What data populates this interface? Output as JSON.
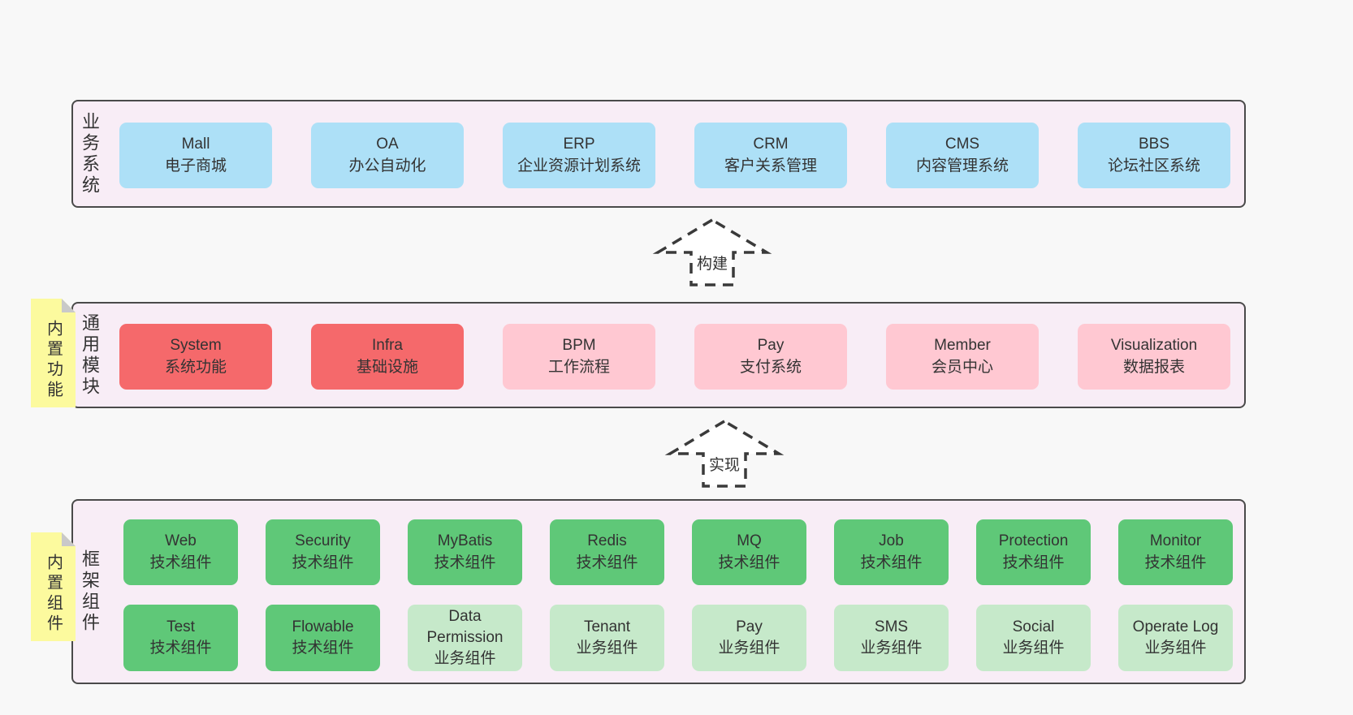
{
  "colors": {
    "page_background": "#f8f8f8",
    "container_fill": "#f8edf6",
    "container_border": "#4a4a4a",
    "blue_box": "#ade0f7",
    "red_box": "#f5696b",
    "pink_box": "#ffc8d2",
    "green_box": "#5fc878",
    "light_green_box": "#c6e9ca",
    "note_yellow": "#fcfa9e",
    "note_fold_gray": "#c9c9c9",
    "text": "#333333"
  },
  "layers": {
    "business": {
      "label": "业务系统",
      "boxes": [
        {
          "name": "Mall",
          "desc": "电子商城"
        },
        {
          "name": "OA",
          "desc": "办公自动化"
        },
        {
          "name": "ERP",
          "desc": "企业资源计划系统"
        },
        {
          "name": "CRM",
          "desc": "客户关系管理"
        },
        {
          "name": "CMS",
          "desc": "内容管理系统"
        },
        {
          "name": "BBS",
          "desc": "论坛社区系统"
        }
      ]
    },
    "modules": {
      "label": "通用模块",
      "note": "内置功能",
      "boxes": [
        {
          "name": "System",
          "desc": "系统功能"
        },
        {
          "name": "Infra",
          "desc": "基础设施"
        },
        {
          "name": "BPM",
          "desc": "工作流程"
        },
        {
          "name": "Pay",
          "desc": "支付系统"
        },
        {
          "name": "Member",
          "desc": "会员中心"
        },
        {
          "name": "Visualization",
          "desc": "数据报表"
        }
      ]
    },
    "components": {
      "label": "框架组件",
      "note": "内置组件",
      "row1": [
        {
          "name": "Web",
          "desc": "技术组件"
        },
        {
          "name": "Security",
          "desc": "技术组件"
        },
        {
          "name": "MyBatis",
          "desc": "技术组件"
        },
        {
          "name": "Redis",
          "desc": "技术组件"
        },
        {
          "name": "MQ",
          "desc": "技术组件"
        },
        {
          "name": "Job",
          "desc": "技术组件"
        },
        {
          "name": "Protection",
          "desc": "技术组件"
        },
        {
          "name": "Monitor",
          "desc": "技术组件"
        }
      ],
      "row2": [
        {
          "name": "Test",
          "desc": "技术组件"
        },
        {
          "name": "Flowable",
          "desc": "技术组件"
        },
        {
          "name": "Data Permission",
          "desc": "业务组件"
        },
        {
          "name": "Tenant",
          "desc": "业务组件"
        },
        {
          "name": "Pay",
          "desc": "业务组件"
        },
        {
          "name": "SMS",
          "desc": "业务组件"
        },
        {
          "name": "Social",
          "desc": "业务组件"
        },
        {
          "name": "Operate Log",
          "desc": "业务组件"
        }
      ]
    }
  },
  "arrows": [
    {
      "label": "构建"
    },
    {
      "label": "实现"
    }
  ]
}
